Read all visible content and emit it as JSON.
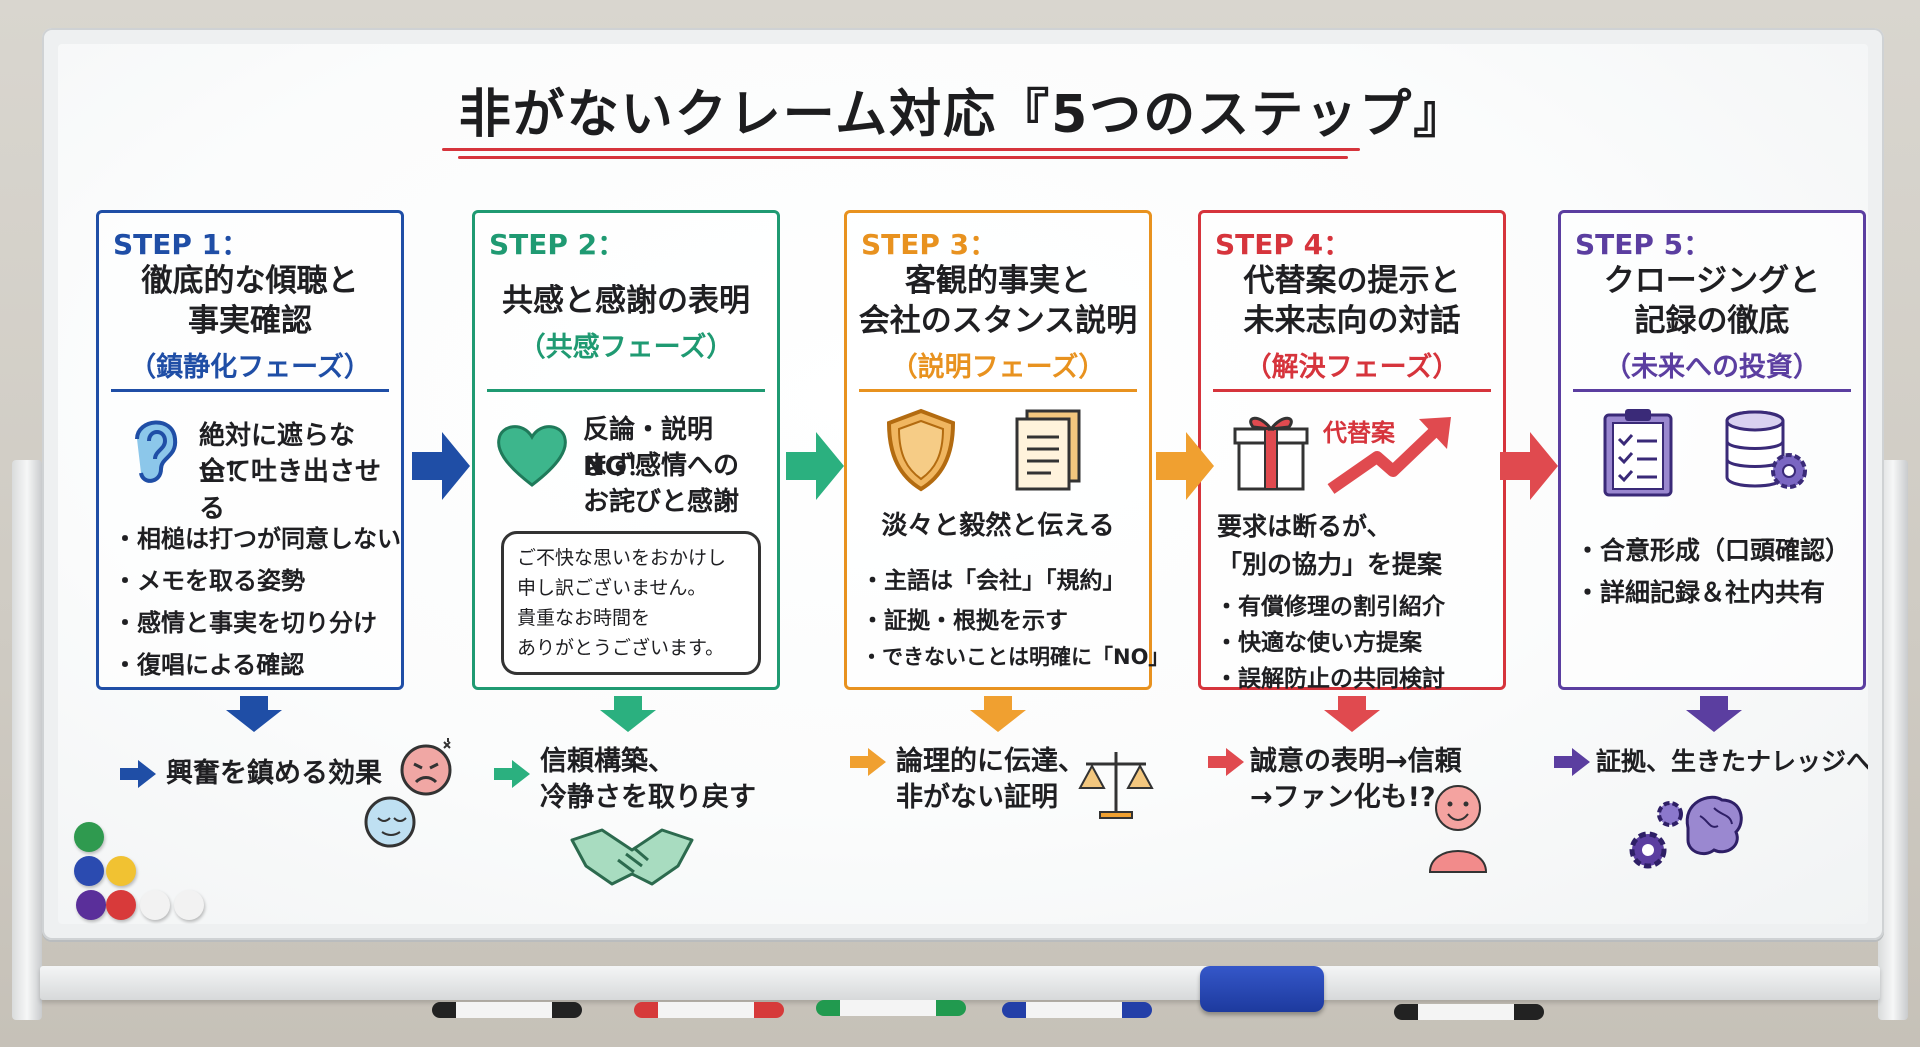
{
  "title": "非がないクレーム対応『5つのステップ』",
  "colors": {
    "step1": "#1f4ea6",
    "step2": "#1f9a72",
    "step3": "#e8921f",
    "step4": "#d6343c",
    "step5": "#5b3ea0"
  },
  "steps": [
    {
      "label": "STEP 1：",
      "heading": [
        "徹底的な傾聴と",
        "事実確認"
      ],
      "phase": "（鎮静化フェーズ）",
      "lead": [
        "絶対に遮らない！",
        "全て吐き出させる"
      ],
      "icon": "ear-icon",
      "bullets": [
        "・相槌は打つが同意しない",
        "・メモを取る姿勢",
        "・感情と事実を切り分け",
        "・復唱による確認"
      ],
      "result": [
        "興奮を鎮める効果"
      ],
      "result_icons": [
        "angry-face-icon",
        "calm-face-icon"
      ]
    },
    {
      "label": "STEP 2：",
      "heading": [
        "共感と感謝の表明"
      ],
      "phase": "（共感フェーズ）",
      "lead": [
        "反論・説明NG！",
        "まず感情への",
        "お詫びと感謝"
      ],
      "icon": "heart-icon",
      "speech": [
        "ご不快な思いをおかけし",
        "申し訳ございません。",
        "貴重なお時間を",
        "ありがとうございます。"
      ],
      "result": [
        "信頼構築、",
        "冷静さを取り戻す"
      ],
      "result_icons": [
        "handshake-icon"
      ]
    },
    {
      "label": "STEP 3：",
      "heading": [
        "客観的事実と",
        "会社のスタンス説明"
      ],
      "phase": "（説明フェーズ）",
      "lead": [
        "淡々と毅然と伝える"
      ],
      "icon": "shield-icon",
      "bullets": [
        "・主語は「会社」「規約」",
        "・証拠・根拠を示す",
        "・できないことは明確に「NO」"
      ],
      "result": [
        "論理的に伝達、",
        "非がない証明"
      ],
      "result_icons": [
        "scales-icon"
      ]
    },
    {
      "label": "STEP 4：",
      "heading": [
        "代替案の提示と",
        "未来志向の対話"
      ],
      "phase": "（解決フェーズ）",
      "tag": "代替案",
      "lead": [
        "要求は断るが、",
        "「別の協力」を提案"
      ],
      "icon": "gift-icon",
      "bullets": [
        "・有償修理の割引紹介",
        "・快適な使い方提案",
        "・誤解防止の共同検討"
      ],
      "result": [
        "誠意の表明→信頼",
        "→ファン化も!?"
      ],
      "result_icons": [
        "smiling-person-icon"
      ]
    },
    {
      "label": "STEP 5：",
      "heading": [
        "クロージングと",
        "記録の徹底"
      ],
      "phase": "（未来への投資）",
      "icon": "clipboard-icon",
      "bullets": [
        "・合意形成（口頭確認）",
        "・詳細記録＆社内共有"
      ],
      "result": [
        "証拠、生きたナレッジへ"
      ],
      "result_icons": [
        "brain-gears-icon"
      ]
    }
  ]
}
